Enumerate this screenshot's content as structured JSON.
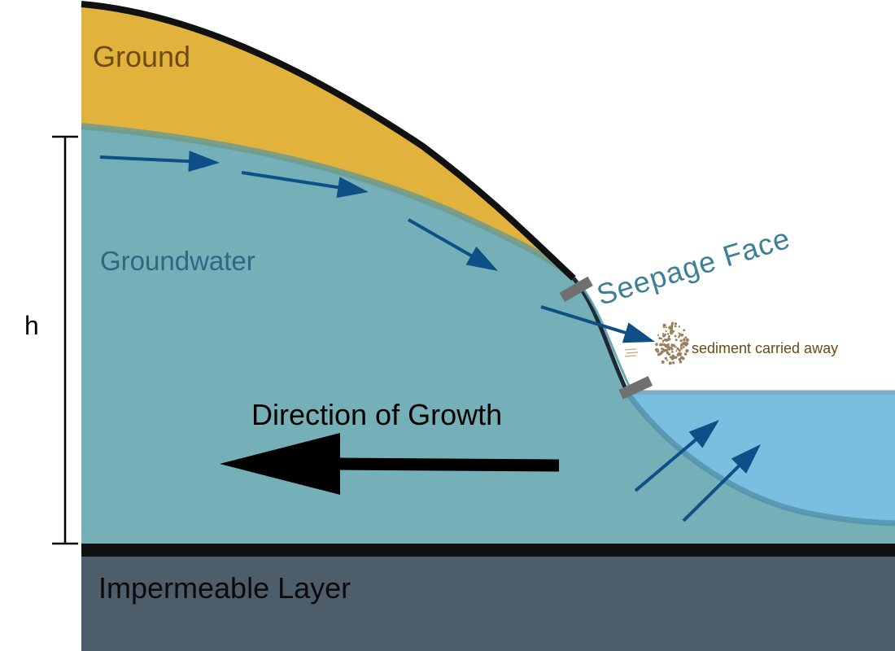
{
  "labels": {
    "ground": "Ground",
    "groundwater": "Groundwater",
    "h": "h",
    "seepage_face": "Seepage Face",
    "sediment": "sediment carried away",
    "direction_of_growth": "Direction of Growth",
    "impermeable_layer": "Impermeable Layer"
  },
  "colors": {
    "ground": "#e2b33c",
    "ground_text": "#6f4a12",
    "groundwater": "#75b0b8",
    "groundwater_text": "#2f6880",
    "seepage_text": "#3d7f96",
    "pool_water": "#7bbfe0",
    "impermeable": "#4d5d69",
    "flow_arrow": "#0e4f88",
    "sediment": "#9b7e5a",
    "sediment_text": "#6a4a18"
  },
  "icons": {
    "flow_arrow": "arrow-icon",
    "growth_arrow": "large-left-arrow-icon",
    "sediment": "sediment-particles-icon",
    "seepage_markers": "marker-bar-icon"
  }
}
